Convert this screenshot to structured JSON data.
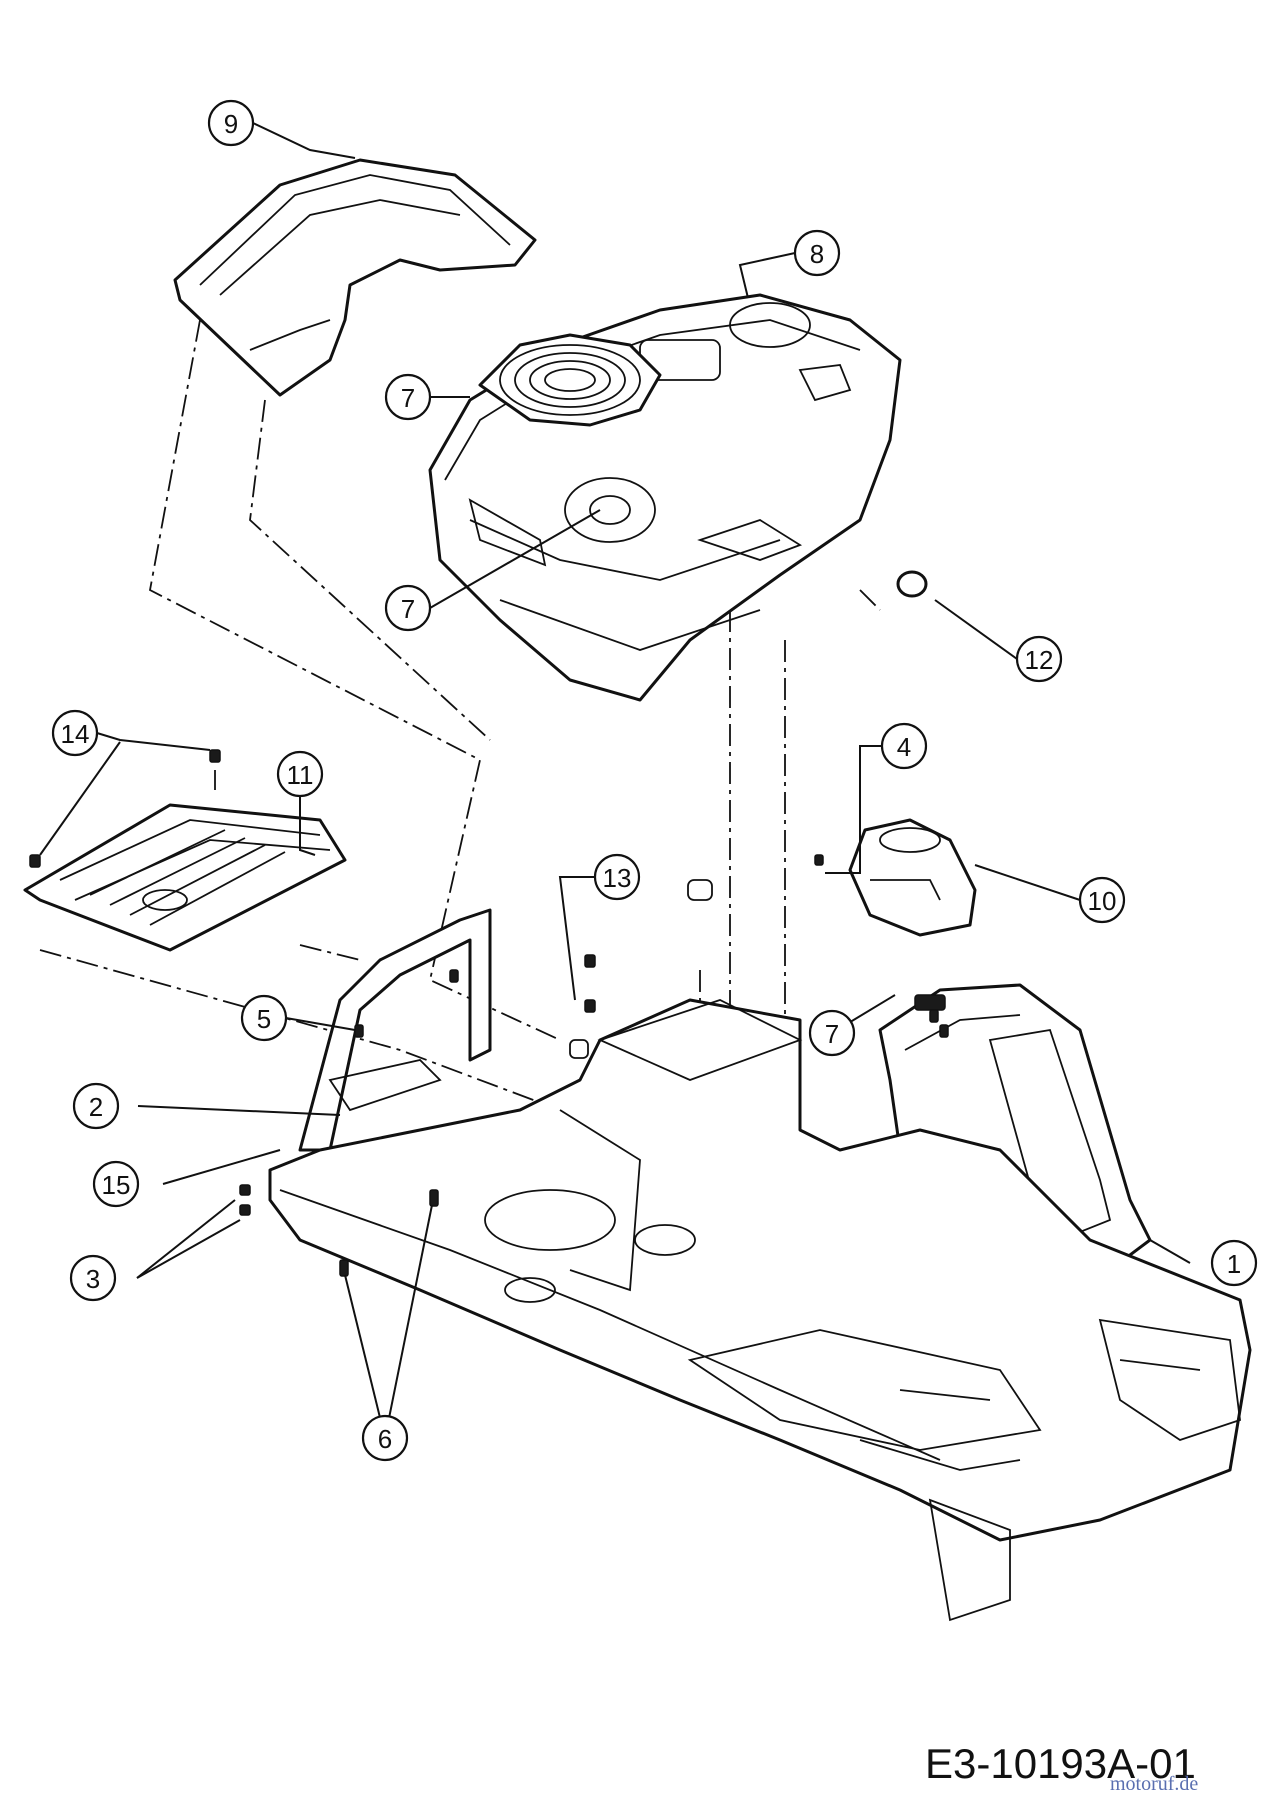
{
  "diagram": {
    "drawing_code": "E3-10193A-01",
    "watermark": "motoruf.de",
    "callouts": [
      {
        "id": "c9",
        "label": "9"
      },
      {
        "id": "c8",
        "label": "8"
      },
      {
        "id": "c7a",
        "label": "7"
      },
      {
        "id": "c7b",
        "label": "7"
      },
      {
        "id": "c12",
        "label": "12"
      },
      {
        "id": "c14",
        "label": "14"
      },
      {
        "id": "c11",
        "label": "11"
      },
      {
        "id": "c4",
        "label": "4"
      },
      {
        "id": "c13",
        "label": "13"
      },
      {
        "id": "c10",
        "label": "10"
      },
      {
        "id": "c5",
        "label": "5"
      },
      {
        "id": "c7c",
        "label": "7"
      },
      {
        "id": "c2",
        "label": "2"
      },
      {
        "id": "c15",
        "label": "15"
      },
      {
        "id": "c1",
        "label": "1"
      },
      {
        "id": "c3",
        "label": "3"
      },
      {
        "id": "c6",
        "label": "6"
      }
    ]
  }
}
